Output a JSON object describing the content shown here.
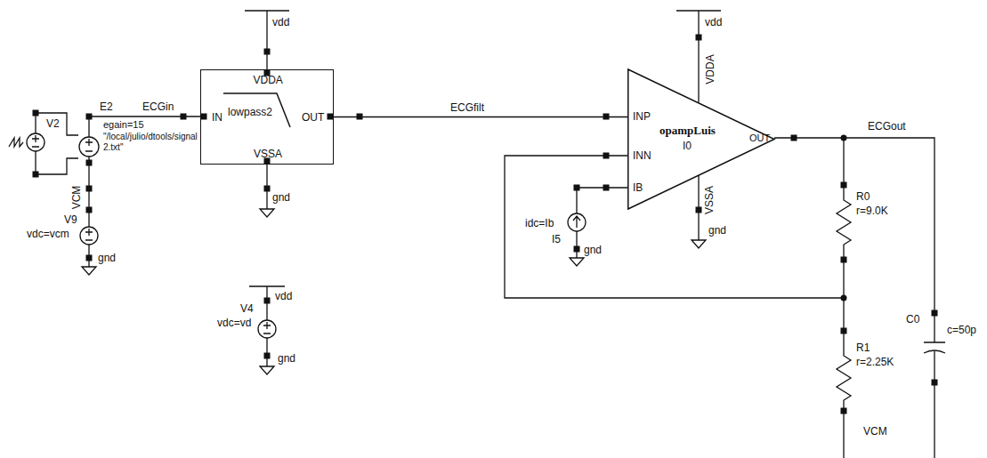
{
  "diagram": {
    "nodes": [
      {
        "text": [
          "IN",
          "OUT",
          "VDDA",
          "VSSA",
          "lowpass2"
        ]
      },
      {
        "text": [
          "INP",
          "INN",
          "IB",
          "VDDA",
          "VSSA",
          "OUT",
          "opampLuis",
          "I0"
        ]
      }
    ],
    "edges": [
      {
        "from": 0,
        "to": 1,
        "arrow": "none",
        "label": "ECGfilt"
      }
    ],
    "labels": [
      "vdd",
      "V2",
      "E2",
      "egain=15",
      "\"/local/julio/dtools/signal2.txt\"",
      "ECGin",
      "VCM",
      "V9",
      "vdc=vcm",
      "gnd",
      "gnd",
      "vdd",
      "V4",
      "vdc=vd",
      "gnd",
      "vdd",
      "idc=Ib",
      "I5",
      "gnd",
      "gnd",
      "ECGout",
      "R0",
      "r=9.0K",
      "C0",
      "c=50p",
      "R1",
      "r=2.25K",
      "VCM"
    ]
  }
}
